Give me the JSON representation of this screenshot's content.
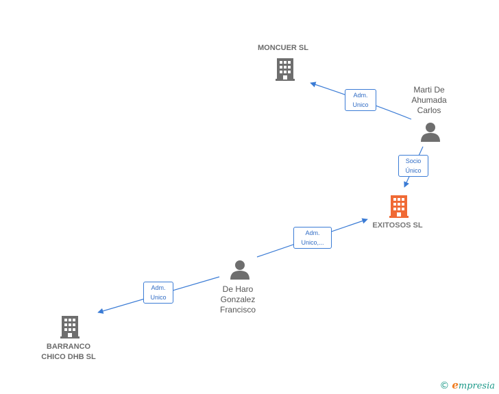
{
  "colors": {
    "edge": "#3a7bd5",
    "node_default": "#6e6e6e",
    "node_highlight": "#f06a35"
  },
  "nodes": {
    "moncuer": {
      "label": "MONCUER  SL",
      "type": "company",
      "icon": "building-icon"
    },
    "exitosos": {
      "label": "EXITOSOS  SL",
      "type": "company",
      "icon": "building-icon",
      "highlight": true
    },
    "barranco": {
      "label_lines": [
        "BARRANCO",
        "CHICO DHB  SL"
      ],
      "type": "company",
      "icon": "building-icon"
    },
    "marti": {
      "label_lines": [
        "Marti De",
        "Ahumada",
        "Carlos"
      ],
      "type": "person",
      "icon": "person-icon"
    },
    "deharo": {
      "label_lines": [
        "De Haro",
        "Gonzalez",
        "Francisco"
      ],
      "type": "person",
      "icon": "person-icon"
    }
  },
  "edges": {
    "marti_moncuer": {
      "label_lines": [
        "Adm.",
        "Unico"
      ]
    },
    "marti_exitosos": {
      "label_lines": [
        "Socio",
        "Único"
      ]
    },
    "deharo_exitosos": {
      "label_lines": [
        "Adm.",
        "Unico,..."
      ]
    },
    "deharo_barranco": {
      "label_lines": [
        "Adm.",
        "Unico"
      ]
    }
  },
  "brand": {
    "copyright": "©",
    "e": "e",
    "rest": "mpresia"
  }
}
